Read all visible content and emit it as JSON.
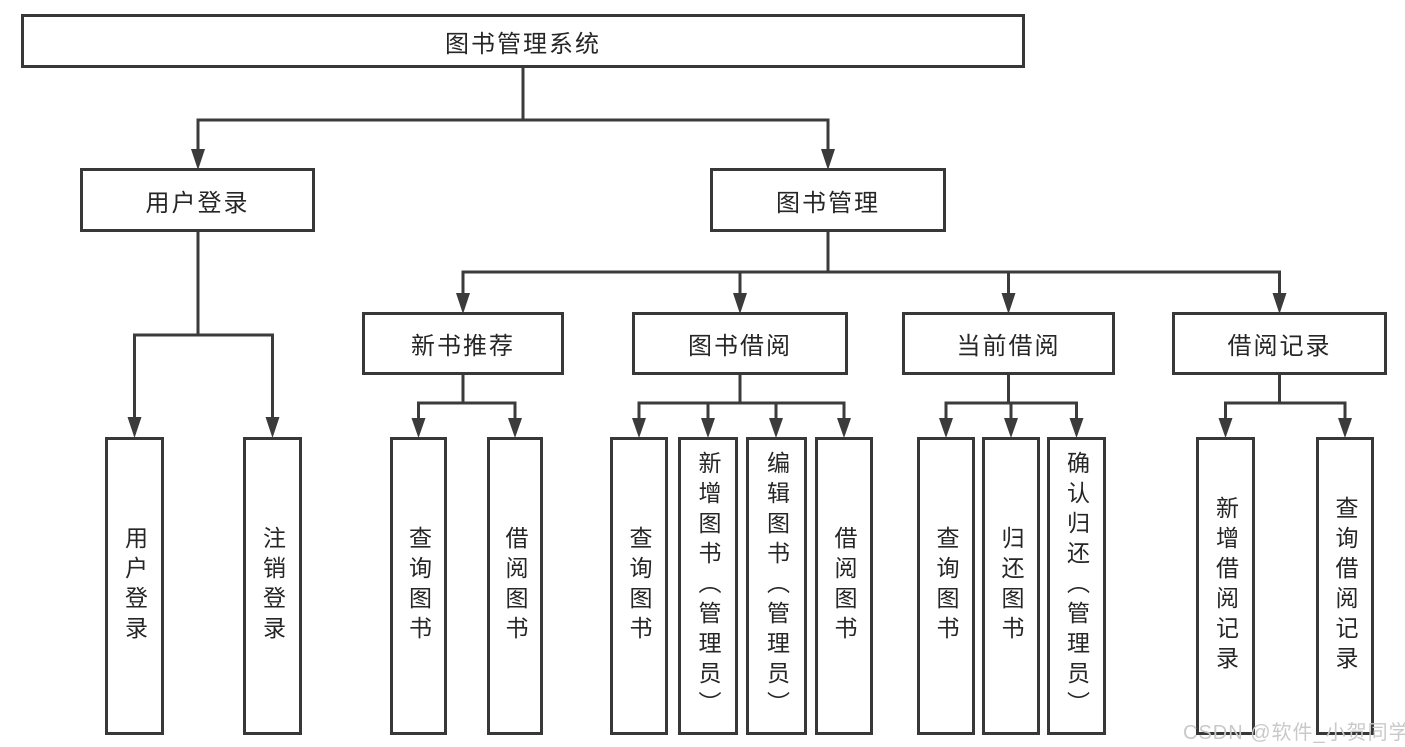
{
  "diagram": {
    "root": {
      "label": "图书管理系统"
    },
    "branches": [
      {
        "label": "用户登录",
        "children": [
          {
            "label": "用户登录"
          },
          {
            "label": "注销登录"
          }
        ]
      },
      {
        "label": "图书管理",
        "children": [
          {
            "label": "新书推荐",
            "children": [
              {
                "label": "查询图书"
              },
              {
                "label": "借阅图书"
              }
            ]
          },
          {
            "label": "图书借阅",
            "children": [
              {
                "label": "查询图书"
              },
              {
                "label": "新增图书（管理员）"
              },
              {
                "label": "编辑图书（管理员）"
              },
              {
                "label": "借阅图书"
              }
            ]
          },
          {
            "label": "当前借阅",
            "children": [
              {
                "label": "查询图书"
              },
              {
                "label": "归还图书"
              },
              {
                "label": "确认归还（管理员）"
              }
            ]
          },
          {
            "label": "借阅记录",
            "children": [
              {
                "label": "新增借阅记录"
              },
              {
                "label": "查询借阅记录"
              }
            ]
          }
        ]
      }
    ]
  },
  "watermark": {
    "text": "CSDN @软件_小贺同学"
  },
  "colors": {
    "line": "#3b3b3b",
    "border": "#383838",
    "text": "#262626",
    "watermark": "#c9c9c9",
    "background": "#ffffff"
  }
}
